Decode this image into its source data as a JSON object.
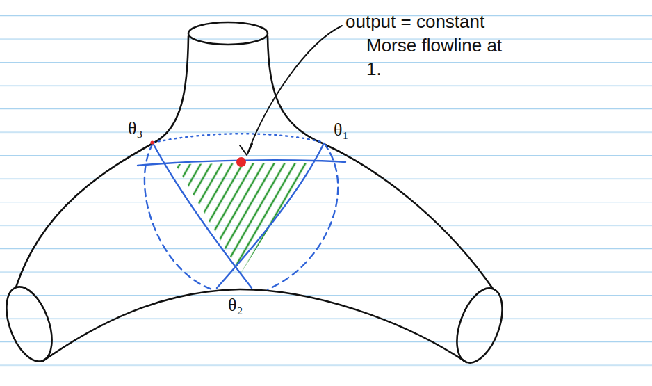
{
  "diagram": {
    "labels": [
      "θ₃",
      "θ₁",
      "θ₂",
      "output = constant Morse flowline at 1."
    ]
  }
}
